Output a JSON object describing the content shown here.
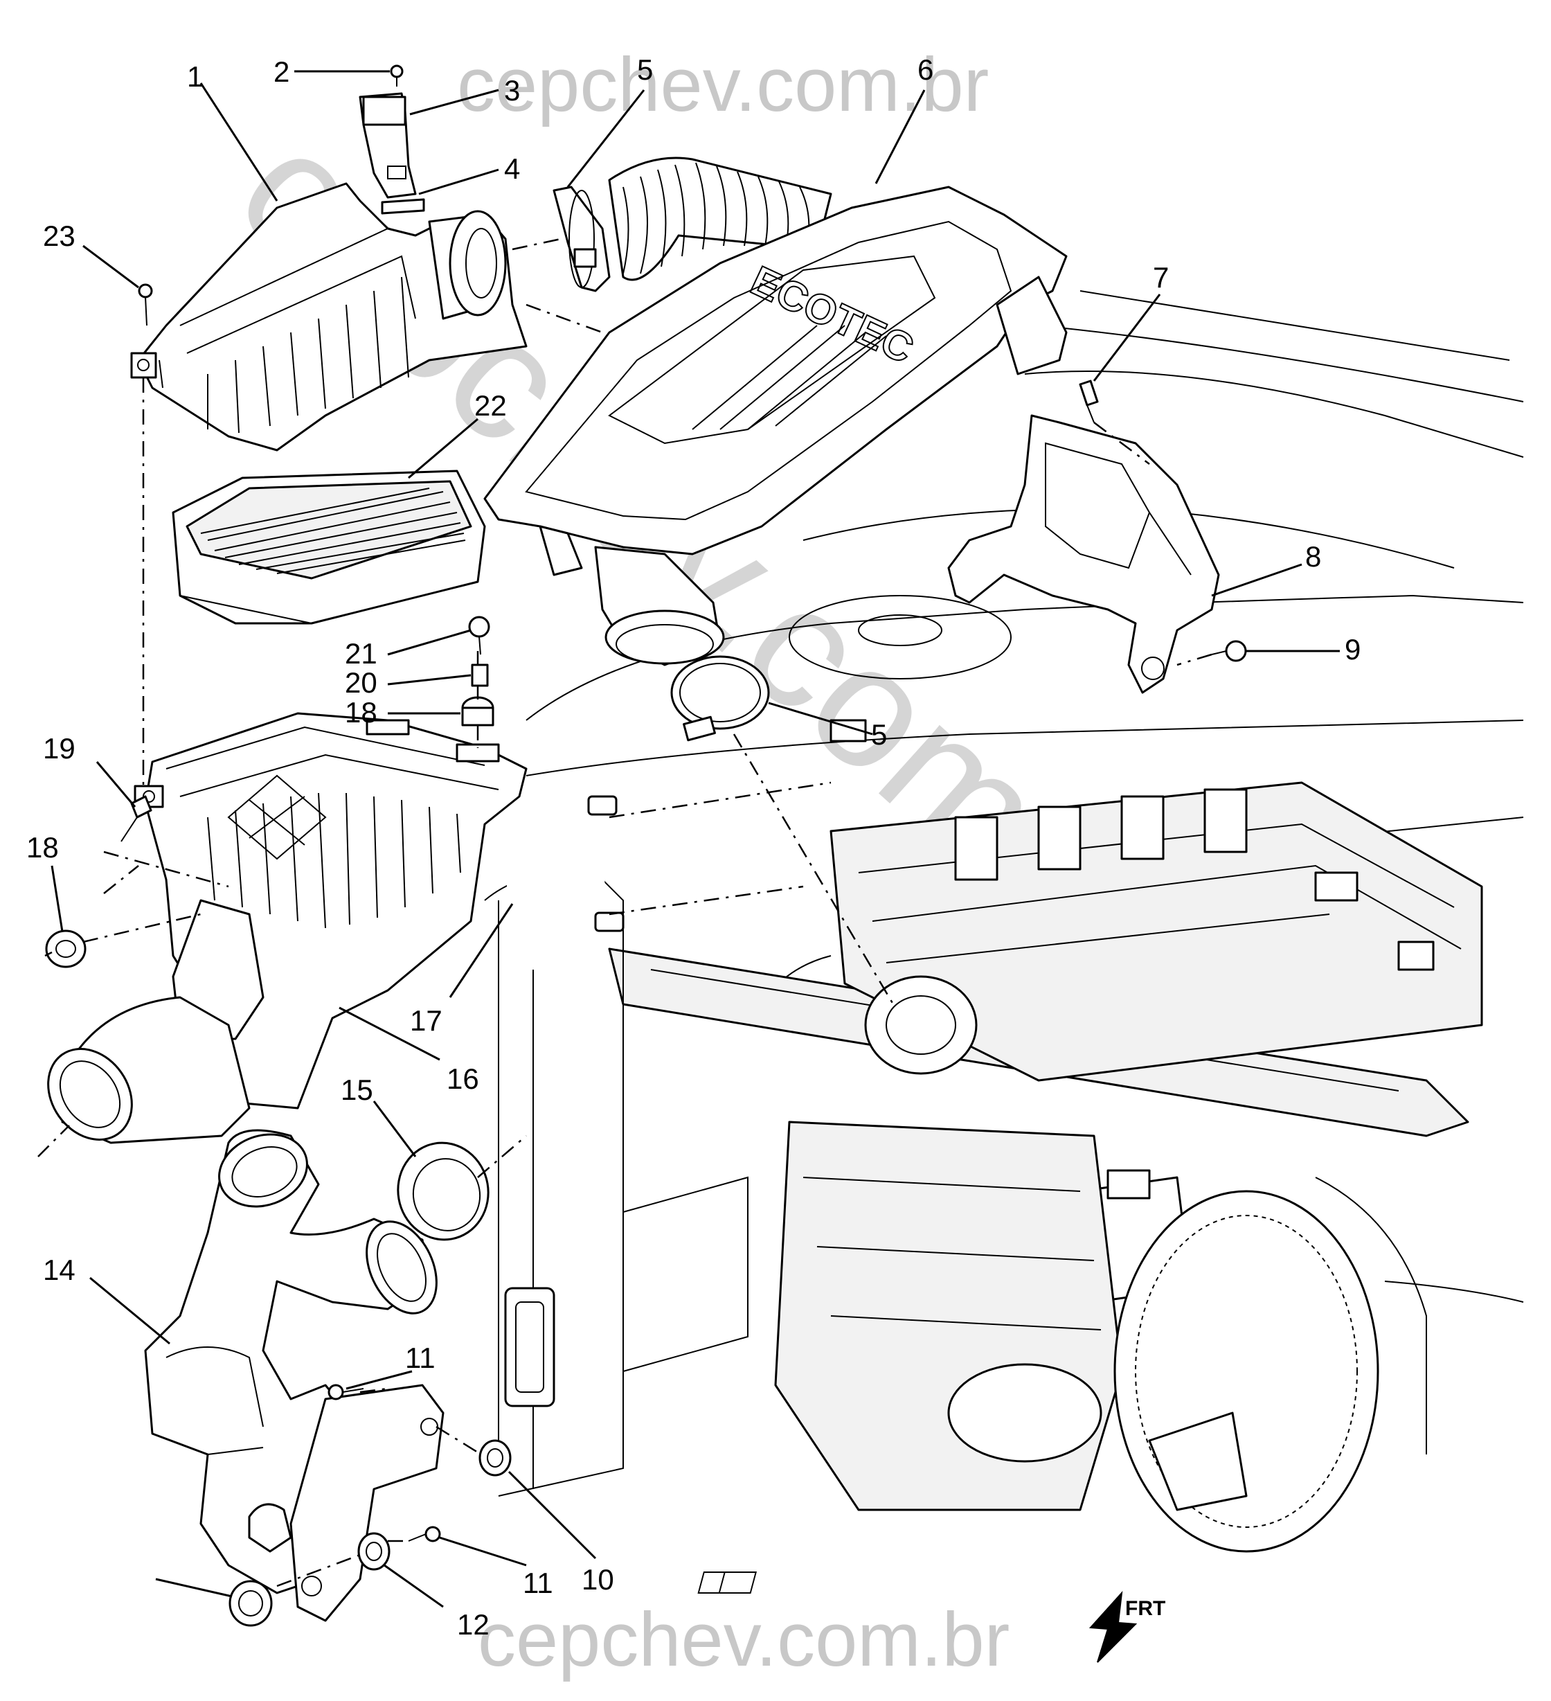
{
  "watermarks": {
    "top": "cepchev.com.br",
    "bottom": "cepchev.com.br",
    "diagonal": "cepchev.com.br"
  },
  "emblem": "ECOTEC",
  "direction_indicator": "FRT",
  "callouts": {
    "c1": "1",
    "c2": "2",
    "c3": "3",
    "c4": "4",
    "c5a": "5",
    "c6": "6",
    "c7": "7",
    "c8": "8",
    "c9": "9",
    "c5b": "5",
    "c22": "22",
    "c23": "23",
    "c21": "21",
    "c20": "20",
    "c18a": "18",
    "c19": "19",
    "c18b": "18",
    "c17": "17",
    "c16": "16",
    "c15": "15",
    "c14": "14",
    "c11a": "11",
    "c10": "10",
    "c11b": "11",
    "c12": "12"
  }
}
